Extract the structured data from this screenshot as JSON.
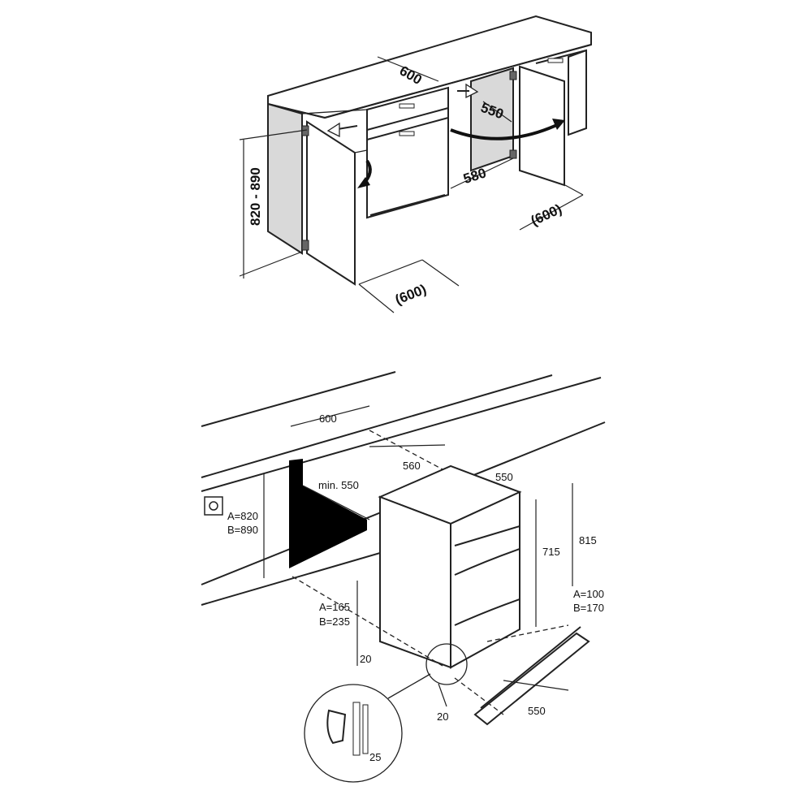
{
  "top_view": {
    "dim_top_depth": "600",
    "dim_niche_depth": "550",
    "dim_height_range": "820 - 890",
    "dim_inner_depth": "580",
    "dim_door_width_left": "(600)",
    "dim_door_width_right": "(600)"
  },
  "bottom_view": {
    "dim_width": "600",
    "dim_niche_depth": "560",
    "dim_min_depth": "min. 550",
    "dim_appliance_depth": "550",
    "dim_height_a": "A=820",
    "dim_height_b": "B=890",
    "dim_appliance_height": "715",
    "dim_appliance_total": "815",
    "dim_plinth_a": "A=165",
    "dim_plinth_b": "B=235",
    "dim_offset_a": "A=100",
    "dim_offset_b": "B=170",
    "dim_base_left": "20",
    "dim_base_right": "20",
    "dim_plinth_width": "550",
    "dim_detail": "25"
  }
}
